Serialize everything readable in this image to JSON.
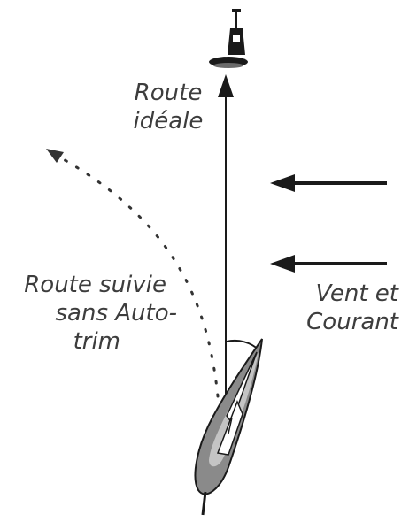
{
  "labels": {
    "ideal_route": [
      "Route",
      "idéale"
    ],
    "route_without_autotrim": [
      "Route suivie",
      "sans Auto-",
      "trim"
    ],
    "wind_current": [
      "Vent et",
      "Courant"
    ]
  },
  "colors": {
    "ink": "#1a1a1a",
    "text": "#3d3d3d",
    "hull_outer": "#8a8a8a",
    "hull_inner": "#c4c4c4",
    "sail": "#ffffff"
  },
  "icons": {
    "buoy": "buoy-icon",
    "boat": "sailboat-icon"
  }
}
